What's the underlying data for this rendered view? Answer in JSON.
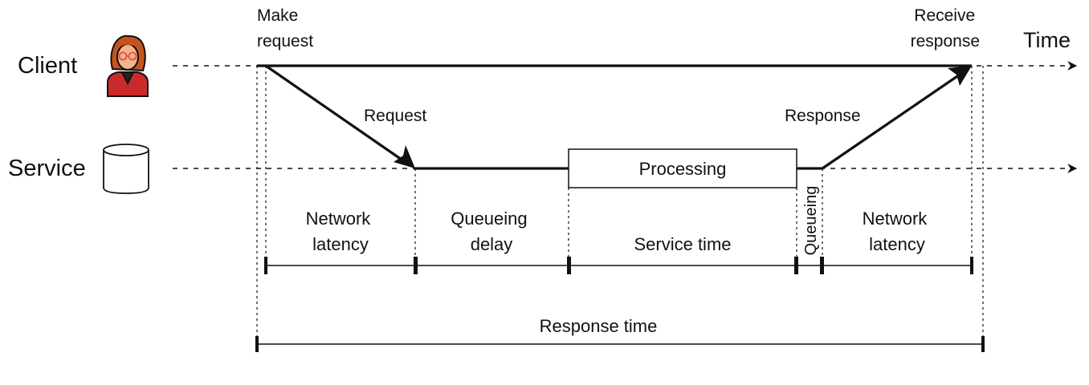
{
  "timeline": {
    "axis_label": "Time",
    "client_label": "Client",
    "service_label": "Service",
    "make_request_line1": "Make",
    "make_request_line2": "request",
    "receive_response_line1": "Receive",
    "receive_response_line2": "response",
    "request_label": "Request",
    "response_label": "Response",
    "processing_label": "Processing"
  },
  "segments": {
    "network_latency_1": [
      "Network",
      "latency"
    ],
    "queueing_delay": [
      "Queueing",
      "delay"
    ],
    "service_time": "Service time",
    "queueing_short": "Queueing",
    "network_latency_2": [
      "Network",
      "latency"
    ],
    "response_time": "Response time"
  },
  "colors": {
    "line": "#111111",
    "avatar_hair": "#c4541e",
    "avatar_skin": "#f2b58a",
    "avatar_shirt": "#cc2a2a",
    "avatar_glasses": "#e05050",
    "avatar_outline": "#111111"
  },
  "icons": {
    "client": "person-avatar-icon",
    "service": "database-cylinder-icon"
  }
}
